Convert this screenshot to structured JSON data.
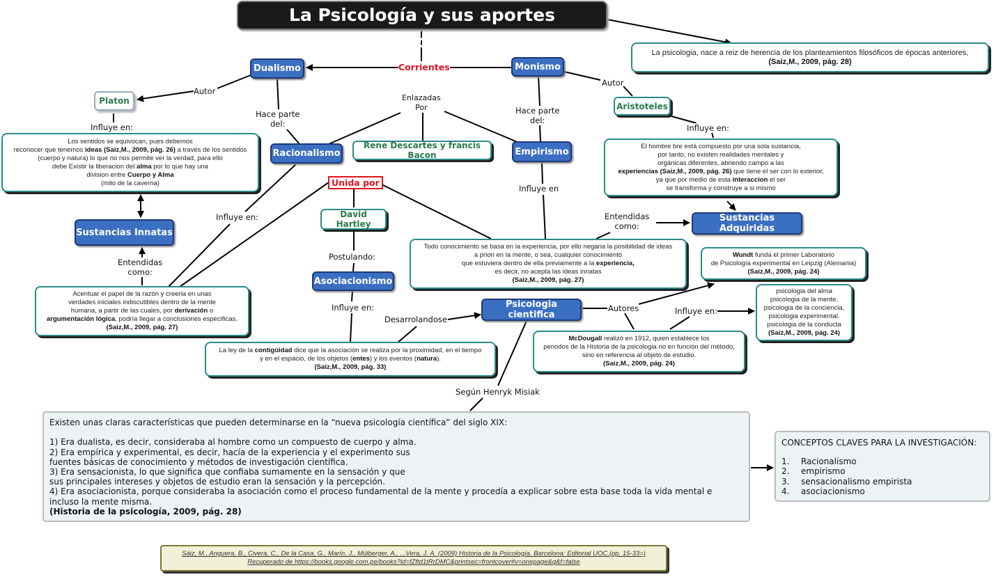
{
  "title": "La Psicología y sus aportes Filosóficos",
  "intro_note": {
    "text": "La psicologia, nace a reiz de  herencia de los planteamientos filosóficos de épocas anteriores,",
    "cite": "(Saiz,M., 2009, pág. 28)"
  },
  "linking": {
    "corrientes": "Corrientes",
    "autor_left": "Autor",
    "autor_right": "Autor",
    "hace_parte_left": [
      "Hace parte",
      "del:"
    ],
    "hace_parte_right": [
      "Hace parte",
      "del:"
    ],
    "enlazadas": [
      "Enlazadas",
      "Por"
    ],
    "influye_platon": "Influye en:",
    "influye_aristoteles": "Influye en:",
    "influye_racionalismo": "Influye en:",
    "influye_empirismo": "Influye en",
    "entendidas_left": [
      "Entendidas",
      "como:"
    ],
    "entendidas_right": [
      "Entendidas",
      "como:"
    ],
    "unida_por": "Unida por",
    "postulando": "Postulando:",
    "influye_asociacionismo": "Influye en:",
    "desarrolandose": "Desarrolandose",
    "autores": "Autores",
    "influye_mcdougall": "Influye en:",
    "segun": "Según Henryk Misiak"
  },
  "concepts": {
    "dualismo": "Dualismo",
    "monismo": "Monismo",
    "racionalismo": "Racionalismo",
    "empirismo": "Empirismo",
    "sustancias_innatas": "Sustancias Innatas",
    "sustancias_adquiridas": "Sustancias Adquiridas",
    "asociacionismo": "Asociacionismo",
    "psicologia_cientifica": "Psicologia cientifica"
  },
  "people": {
    "platon": "Platon",
    "aristoteles": "Aristoteles",
    "descartes_bacon": "Rene Descartes y francis Bacon",
    "hartley": "David Hartley"
  },
  "notes": {
    "platon": {
      "l1": "Los sentidos se equivocan, pues  debemos",
      "l2a": "reconocer que tenemos ",
      "l2b": "ideas (Saiz,M., 2009, pág. 26)",
      "l2c": " a través de los sentidos",
      "l3": "(cuerpo y natura) lo que no nos permite ver la verdad, para ello",
      "l4a": "debe Existir la liberacion del ",
      "l4b": "alma",
      "l4c": " por lo que hay una",
      "l5a": "division entre ",
      "l5b": "Cuerpo y Alma",
      "l6": "(mito de la caverna)"
    },
    "aristoteles": {
      "l1": "El hombre bre está compuesto por una sola sustancia,",
      "l2": "por tanto, no existen realidades mentales y",
      "l3": "orgánicas diferentes, abriendo campo a las",
      "l4a": "experiencias  (Saiz,M., 2009, pág. 26)",
      "l4b": " que tiene el ser con lo exterior,",
      "l5a": "ya que por medio de esta ",
      "l5b": "interaccion",
      "l5c": " el ser",
      "l6": "se transforma y construye a si mismo"
    },
    "racionalismo": {
      "l1": "Acentuar el papel de la razón y creeria en unas",
      "l2": "verdades iniciales indiscutibles dentro de la mente",
      "l3a": "humana, a partir de las cuales, por ",
      "l3b": "derivación",
      "l3c": " o",
      "l4a": "argumentación lógica",
      "l4b": ", podría llegar a conclusiones especificas.",
      "cite": "(Saiz,M., 2009, pág. 27)"
    },
    "empirismo": {
      "l1": "Todo conocimiento se basa en la experiencia, por ello negaria la posibilidad de ideas",
      "l2": "a priori en la mente, o sea, cualquier conocimiento",
      "l3a": "que estuviera dentro de ella previamente a la ",
      "l3b": "experiencia,",
      "l4": "es decir, no acepta las ideas innatas",
      "cite": "(Saiz,M., 2009, pág. 27)"
    },
    "contiguidad": {
      "l1a": "La ley de la ",
      "l1b": "contigüidad",
      "l1c": " dice que la asociación se realiza por la proximidad, en el tiempo",
      "l2a": "y en el espacio, de los objetos (",
      "l2b": "entes",
      "l2c": ") y los eventos (",
      "l2d": "natura",
      "l2e": ").",
      "cite": "(Saiz,M., 2009, pág. 33)"
    },
    "wundt": {
      "l1a": "Wundt",
      "l1b": " funda el primer Laboratorio",
      "l2": "de Psicología experimental en Leipzig (Alemania)",
      "cite": "(Saiz,M., 2009, pág. 24)"
    },
    "mcdougall": {
      "l1a": "McDougall",
      "l1b": " realizó en 1912, quien establece los",
      "l2": "periodos de la Historia de la psicologia no en función del método,",
      "l3": "sino en referencia al objeto de estudio.",
      "cite": "(Saiz,M., 2009, pág. 24)"
    },
    "psicologias": {
      "lines": [
        "psicologia del alma",
        "psicologia de la mente,",
        "psicologia de la conciencia,",
        "psicologia experimental.",
        "psicologia de la conducta"
      ],
      "cite": "(Saiz,M., 2009, pág. 24)"
    }
  },
  "characteristics": {
    "intro": "Existen unas claras características que pueden determinarse en la “nueva psicología científica” del siglo XIX:",
    "items": [
      "1) Era dualista, es decir, consideraba al hombre como un compuesto de cuerpo y alma.",
      "2) Era empírica y experimental, es decir, hacía de la experiencia y el experimento sus",
      "fuentes básicas de conocimiento y métodos de investigación científica.",
      "3) Era sensacionista, lo que significa que confiaba sumamente en la sensación y que",
      "sus principales intereses y objetos de estudio eran la sensación y la percepción.",
      "4) Era asociacionista, porque consideraba la asociación como el proceso fundamental de la mente y procedía a explicar sobre esta base toda la vida mental e incluso la mente misma."
    ],
    "cite": "(Historia de la psicología, 2009, pág. 28)"
  },
  "key_concepts": {
    "title": "CONCEPTOS CLAVES PARA LA INVESTIGACIÓN:",
    "items": [
      {
        "n": "1.",
        "label": "Racionalismo"
      },
      {
        "n": "2.",
        "label": "empirismo"
      },
      {
        "n": "3.",
        "label": "sensacionalismo empirista"
      },
      {
        "n": "4.",
        "label": "asociacionismo"
      }
    ]
  },
  "reference": {
    "l1": "Sáiz, M., Anguera, B., Civera, C., De la Casa, G., Marín, J., Mülberger, A., ...Vera, J. A. (2009) Historia de la Psicología. Barcelona: Editorial UOC.(pp. 15-33=)",
    "l2": "Recuperado de https://books.google.com.pe/books?id=fZftd1tRrDMC&printsec=frontcover#v=onepage&q&f=false"
  },
  "colors": {
    "concept_fill": "#3b6fc2",
    "concept_border": "#1c3a7a",
    "note_border": "#2a8a8a",
    "person_text": "#2a7a4a",
    "linking_red": "#e0141e",
    "title_fill": "#1a1a1a"
  }
}
